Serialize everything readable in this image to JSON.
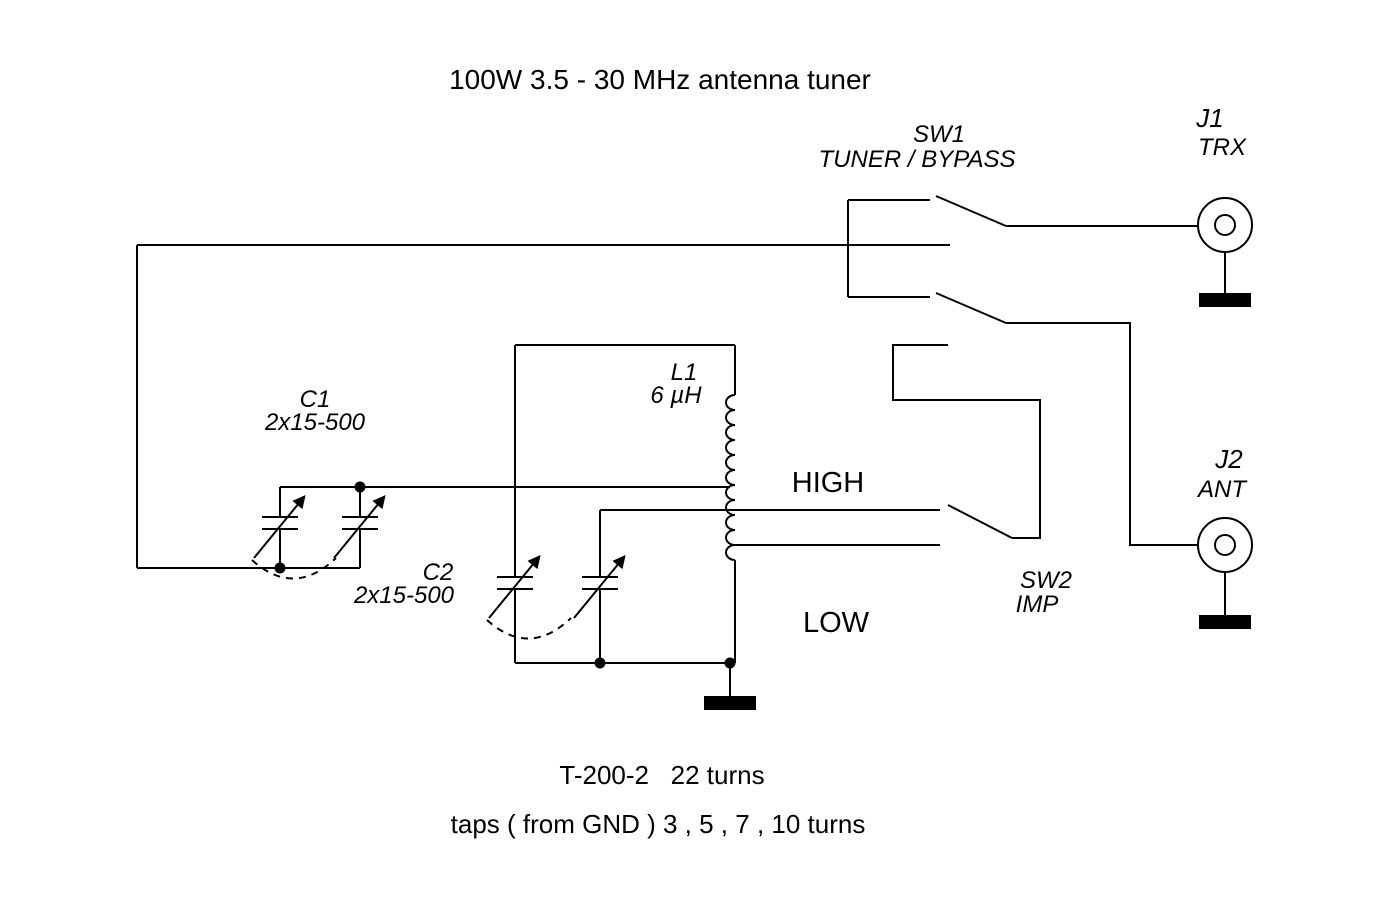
{
  "diagram": {
    "title": "100W 3.5 - 30 MHz antenna tuner",
    "components": {
      "sw1": {
        "label": "SW1",
        "sublabel": "TUNER / BYPASS"
      },
      "sw2": {
        "label": "SW2",
        "sublabel": "IMP"
      },
      "j1": {
        "label": "J1",
        "sublabel": "TRX"
      },
      "j2": {
        "label": "J2",
        "sublabel": "ANT"
      },
      "c1": {
        "label": "C1",
        "value": "2x15-500"
      },
      "c2": {
        "label": "C2",
        "value": "2x15-500"
      },
      "l1": {
        "label": "L1",
        "value": "6 µH"
      },
      "high_tap": "HIGH",
      "low_tap": "LOW"
    },
    "notes": {
      "core": "T-200-2   22 turns",
      "taps": "taps ( from GND ) 3 , 5 , 7 , 10 turns"
    },
    "colors": {
      "line": "#000000",
      "background": "#ffffff"
    }
  }
}
